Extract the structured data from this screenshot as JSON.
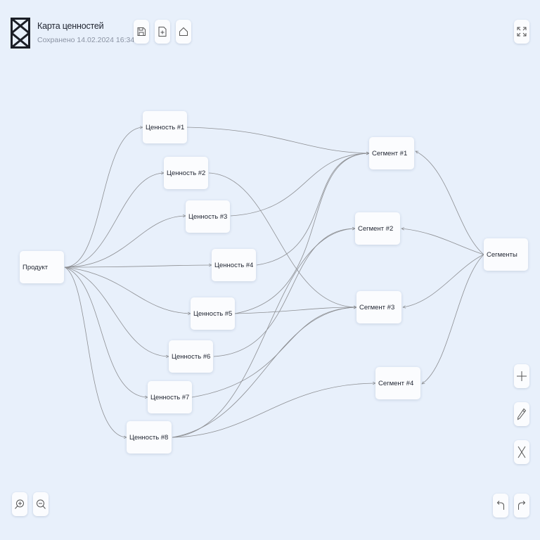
{
  "header": {
    "title": "Карта ценностей",
    "saved": "Сохранено 14.02.2024 16:34"
  },
  "icons": {
    "logo": "logo-icon",
    "save": "save-icon",
    "new": "add-document-icon",
    "home": "home-icon",
    "fullscreen": "fullscreen-icon",
    "add": "plus-icon",
    "edit": "pencil-icon",
    "delete": "close-icon",
    "zoom_in": "zoom-in-icon",
    "zoom_out": "zoom-out-icon",
    "undo": "undo-icon",
    "redo": "redo-icon"
  },
  "nodes": {
    "product": "Продукт",
    "segments": "Сегменты",
    "values": [
      "Ценность #1",
      "Ценность #2",
      "Ценность #3",
      "Ценность #4",
      "Ценность #5",
      "Ценность #6",
      "Ценность #7",
      "Ценность #8"
    ],
    "segment_items": [
      "Сегмент #1",
      "Сегмент  #2",
      "Сегмент #3",
      "Сегмент #4"
    ]
  },
  "colors": {
    "background": "#e8f0fb",
    "node": "#fbfcfe",
    "edge": "#8d8f93",
    "text": "#1f2430",
    "muted": "#8b93a3"
  }
}
